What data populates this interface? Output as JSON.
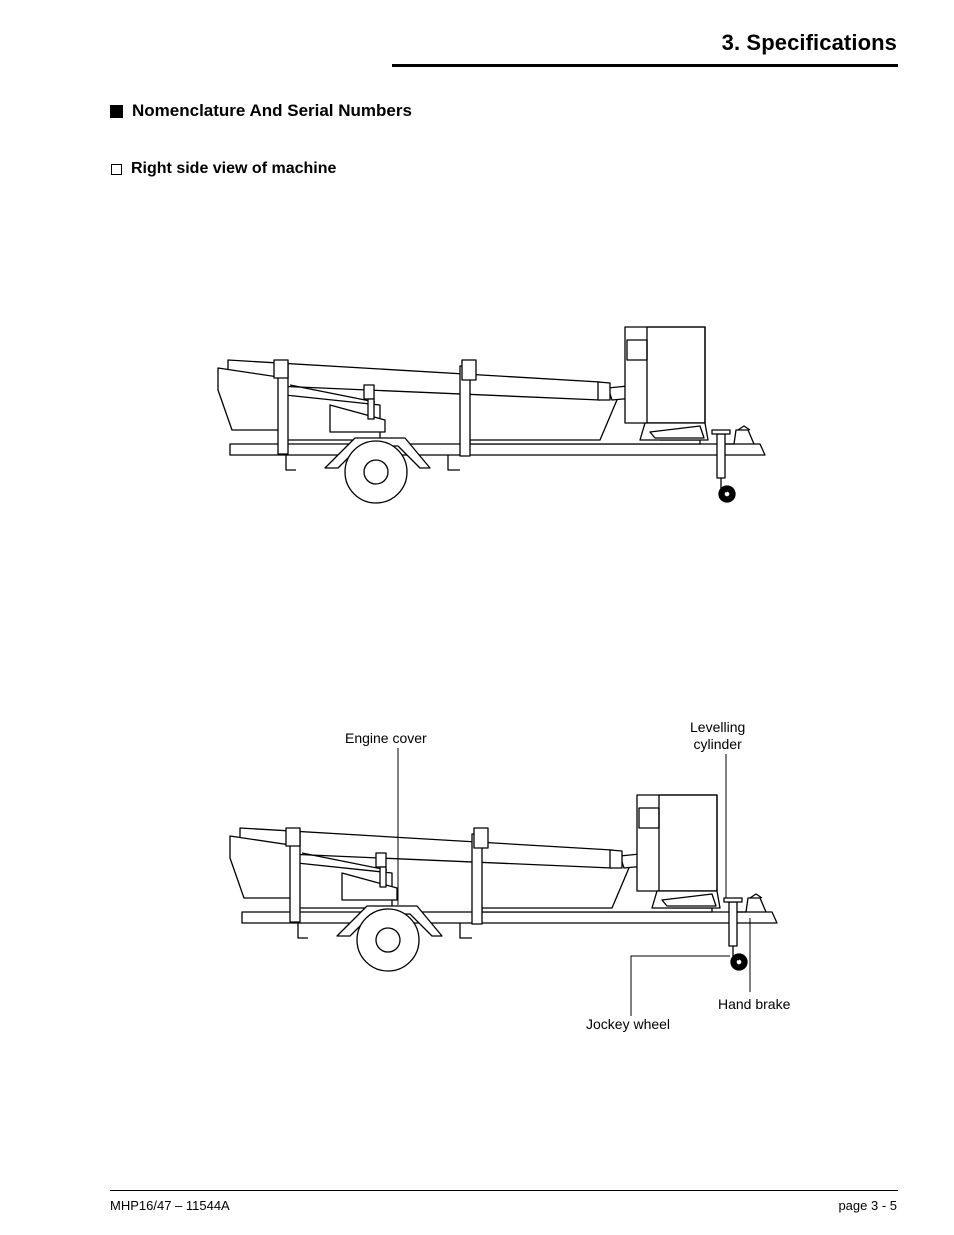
{
  "header": {
    "title": "3. Specifications"
  },
  "section": {
    "heading": "Nomenclature And Serial Numbers"
  },
  "subsection": {
    "heading": "Right side view of machine"
  },
  "callouts": {
    "engine_cover": "Engine cover",
    "levelling_cylinder_1": "Levelling",
    "levelling_cylinder_2": "cylinder",
    "hand_brake": "Hand brake",
    "jockey_wheel": "Jockey wheel"
  },
  "footer": {
    "doc_id": "MHP16/47 – 11544A",
    "page": "page  3 - 5"
  }
}
